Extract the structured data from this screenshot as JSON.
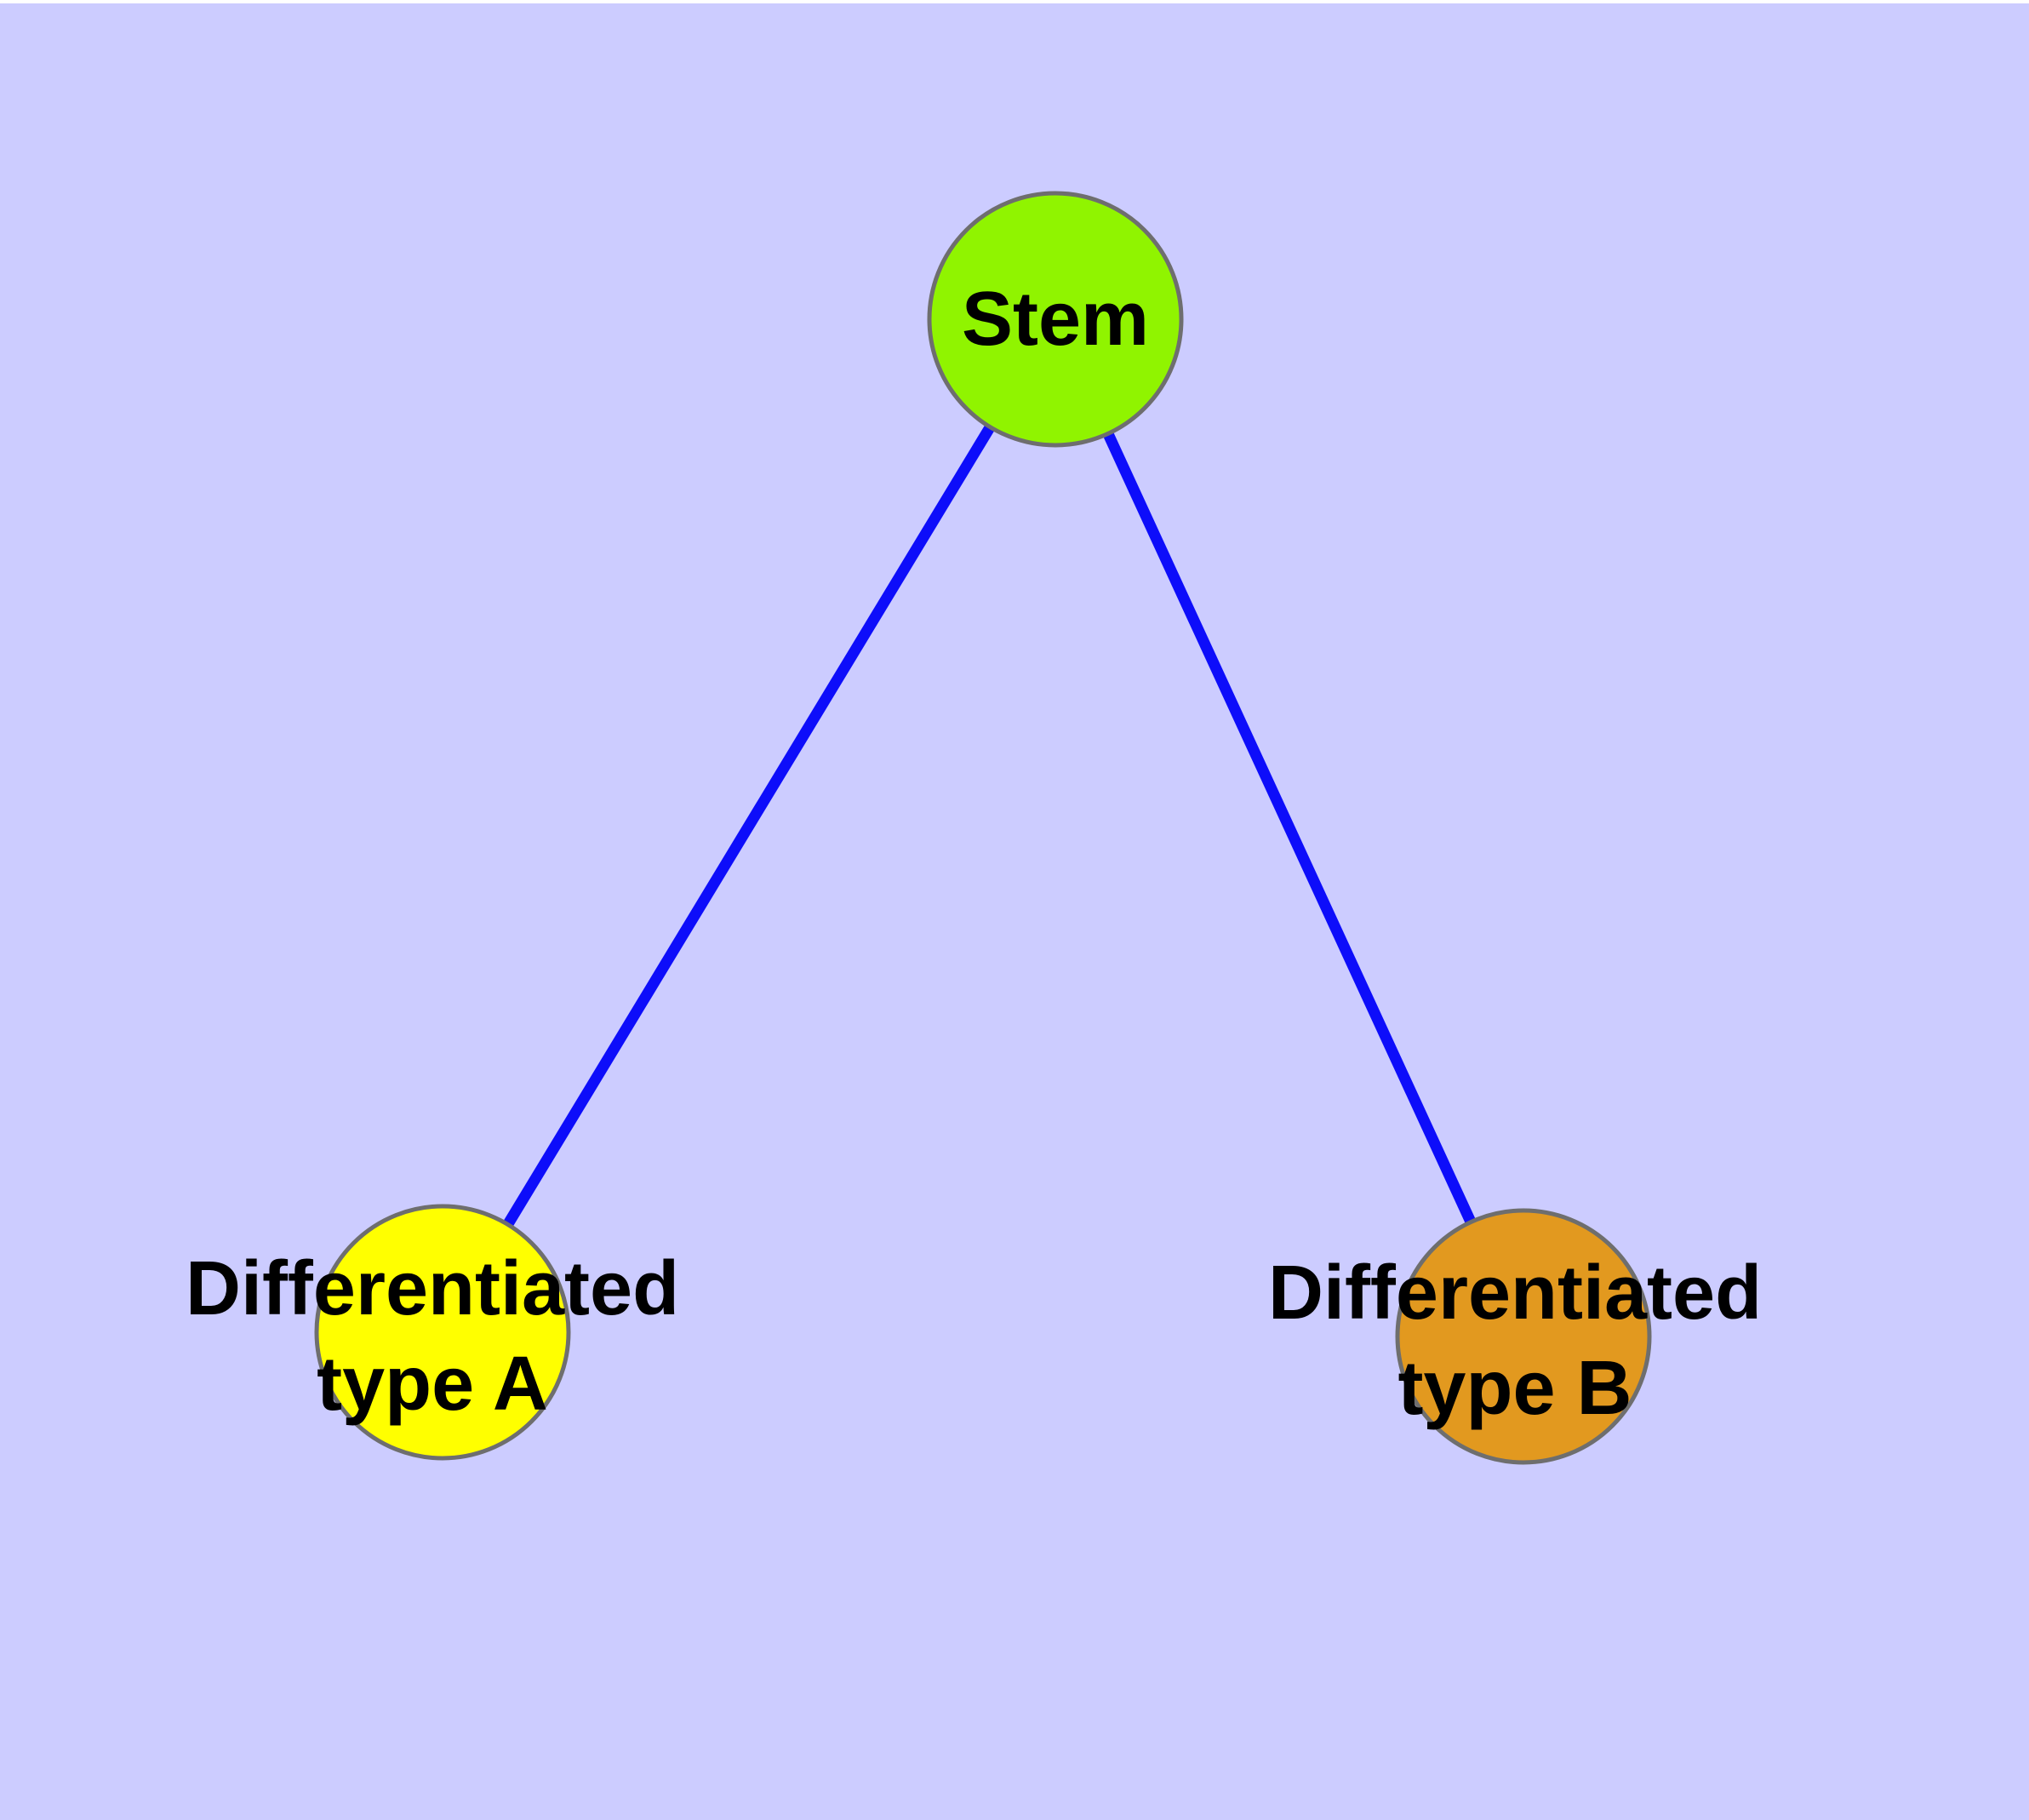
{
  "figure": {
    "background_color": "#CCCCFF",
    "edge_color": "#0D0DFA",
    "node_border_color": "#6E6E6E",
    "label_color": "#000000"
  },
  "nodes": [
    {
      "id": "stem",
      "label": "Stem",
      "color": "#90F400"
    },
    {
      "id": "type_a",
      "label": "Differentiated\ntype A",
      "color": "#FFFF00"
    },
    {
      "id": "type_b",
      "label": "Differentiated\ntype B",
      "color": "#E2991F"
    }
  ],
  "edges": [
    {
      "from": "Stem",
      "to": "Differentiated type A"
    },
    {
      "from": "Stem",
      "to": "Differentiated type B"
    }
  ]
}
